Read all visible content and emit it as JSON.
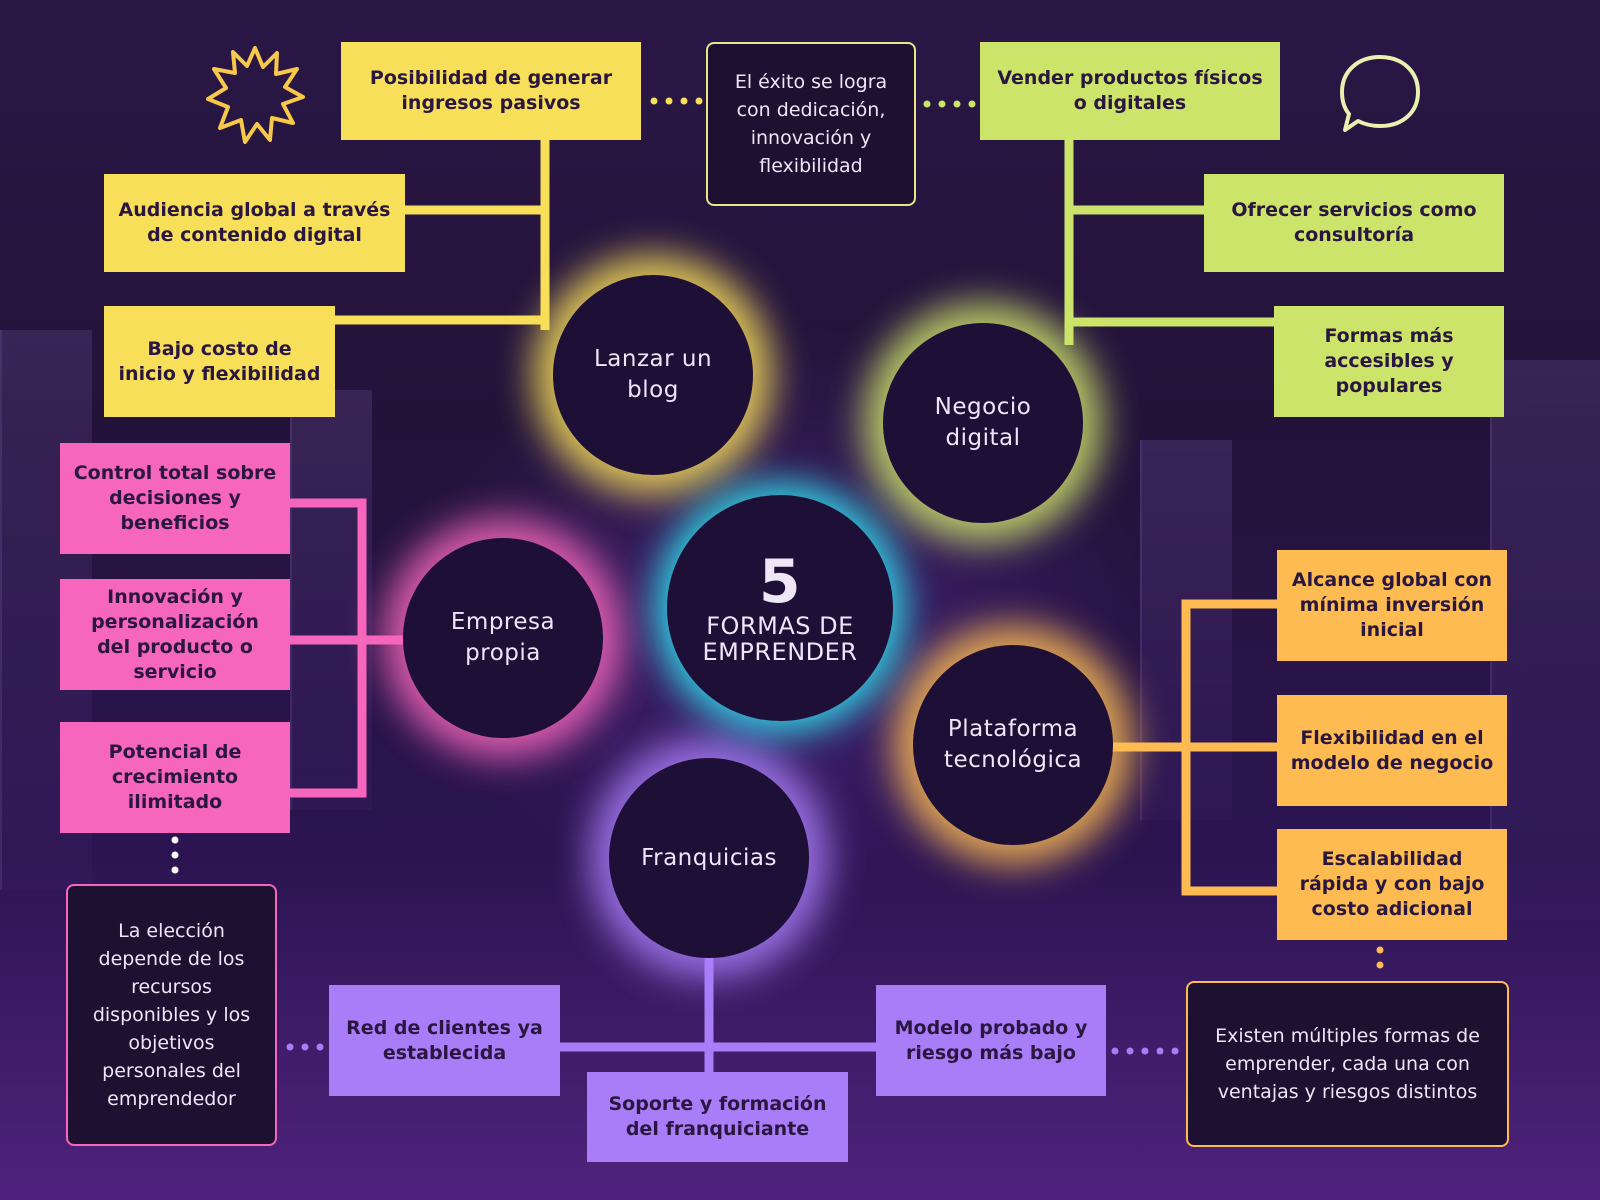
{
  "center": {
    "number": "5",
    "title": "FORMAS DE EMPRENDER"
  },
  "nodes": {
    "blog": "Lanzar un blog",
    "digital": "Negocio digital",
    "empresa": "Empresa propia",
    "plataforma": "Plataforma tecnológica",
    "franquicias": "Franquicias"
  },
  "blog_benefits": [
    "Posibilidad de generar ingresos pasivos",
    "Audiencia global a través de contenido digital",
    "Bajo costo de inicio y flexibilidad"
  ],
  "digital_benefits": [
    "Vender productos físicos o digitales",
    "Ofrecer servicios como consultoría",
    "Formas más accesibles y populares"
  ],
  "empresa_benefits": [
    "Control total sobre decisiones y beneficios",
    "Innovación y personalización del producto o servicio",
    "Potencial de crecimiento ilimitado"
  ],
  "plataforma_benefits": [
    "Alcance global con mínima inversión inicial",
    "Flexibilidad en el modelo de negocio",
    "Escalabilidad rápida y con bajo costo adicional"
  ],
  "franquicias_benefits": [
    "Red de clientes ya establecida",
    "Modelo probado y riesgo más bajo",
    "Soporte y formación del franquiciante"
  ],
  "notes": {
    "top": "El éxito se logra con dedicación, innovación y flexibilidad",
    "left": "La elección depende de los recursos disponibles y los objetivos personales del emprendedor",
    "right": "Existen múltiples formas de emprender, cada una con ventajas y riesgos distintos"
  },
  "icons": {
    "top_left": "starburst-icon",
    "top_right": "speech-bubble-icon"
  },
  "colors": {
    "yellow": "#f8df5a",
    "green": "#cde46a",
    "pink": "#f766bd",
    "orange": "#fdbb52",
    "purple": "#a87df7",
    "cyan": "#2ee6f2",
    "circle_fill": "#1e0f36"
  }
}
